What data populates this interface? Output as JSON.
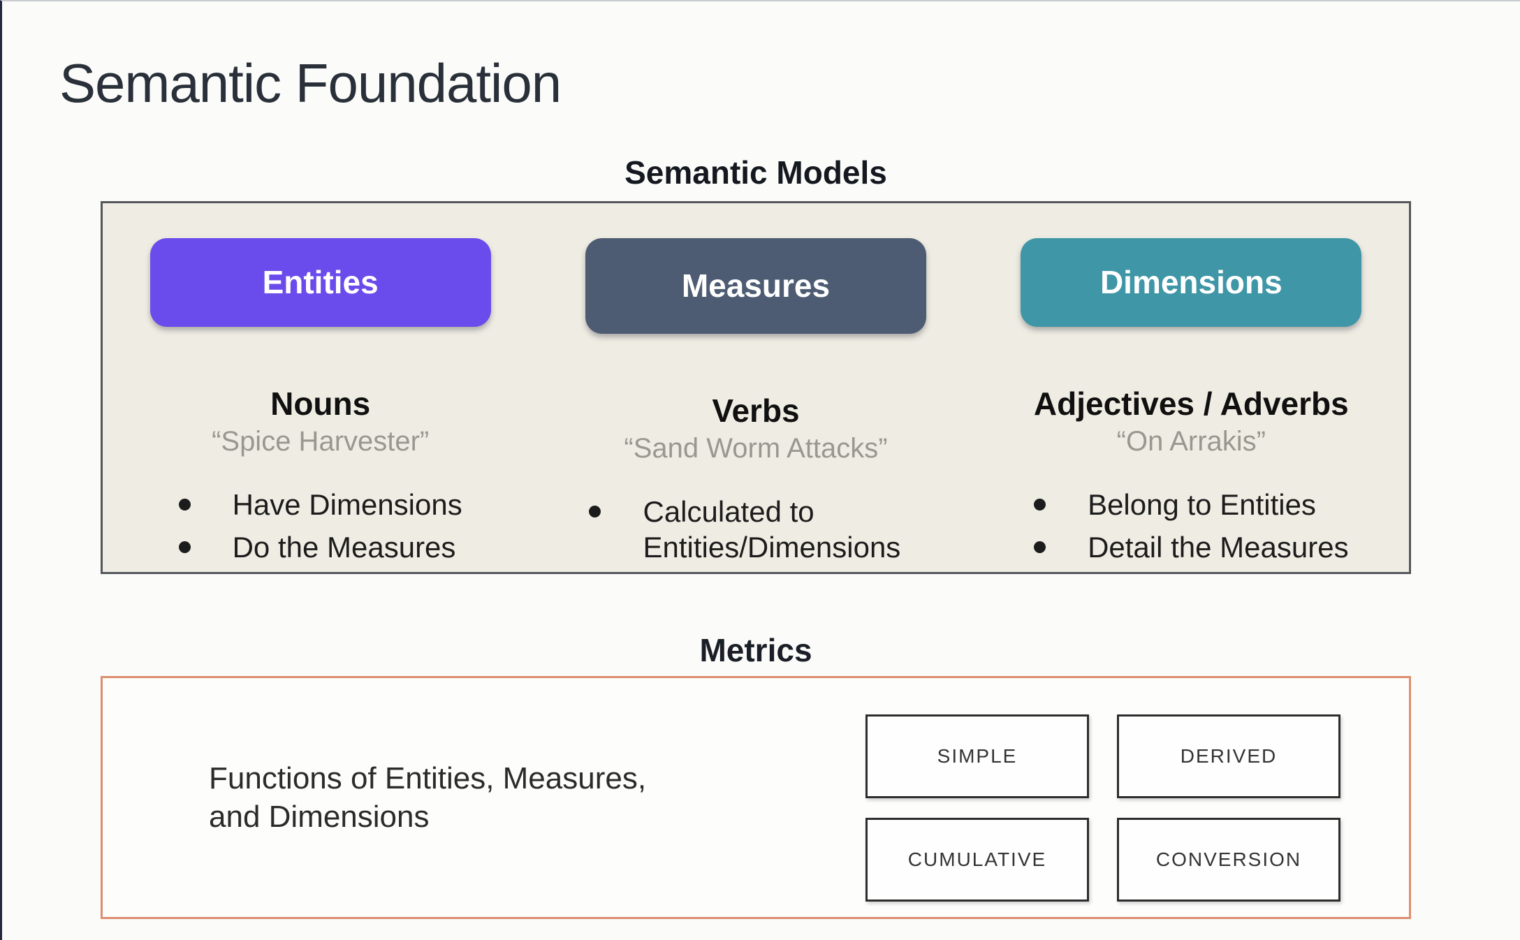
{
  "slide": {
    "title": "Semantic Foundation"
  },
  "models": {
    "heading": "Semantic Models",
    "panel_background": "#efede3",
    "columns": [
      {
        "label": "Entities",
        "color": "#6a4beb",
        "word_type": "Nouns",
        "example": "“Spice Harvester”",
        "bullets": [
          "Have Dimensions",
          "Do the Measures"
        ]
      },
      {
        "label": "Measures",
        "color": "#4e5c73",
        "word_type": "Verbs",
        "example": "“Sand Worm Attacks”",
        "bullets": [
          "Calculated to Entities/Dimensions"
        ]
      },
      {
        "label": "Dimensions",
        "color": "#3e96a6",
        "word_type": "Adjectives / Adverbs",
        "example": "“On Arrakis”",
        "bullets": [
          "Belong to Entities",
          "Detail the Measures"
        ]
      }
    ]
  },
  "metrics": {
    "heading": "Metrics",
    "border_color": "#dd8e6e",
    "description": "Functions of Entities, Measures,\nand Dimensions",
    "types": [
      "SIMPLE",
      "DERIVED",
      "CUMULATIVE",
      "CONVERSION"
    ]
  }
}
